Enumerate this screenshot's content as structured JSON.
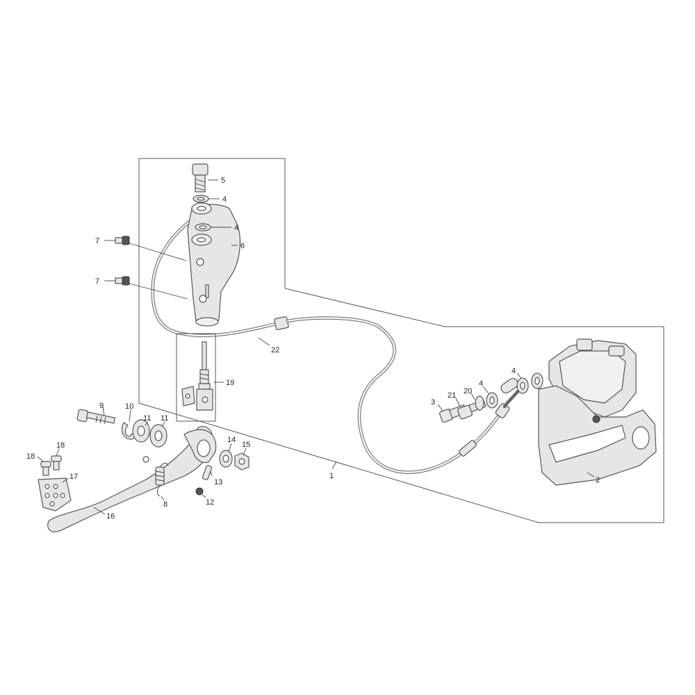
{
  "callouts": {
    "c1": "1",
    "c2": "2",
    "c3": "3",
    "c4a": "4",
    "c4b": "4",
    "c4c": "4",
    "c4d": "4",
    "c5": "5",
    "c6": "6",
    "c7a": "7",
    "c7b": "7",
    "c8": "8",
    "c9": "9",
    "c10": "10",
    "c11a": "11",
    "c11b": "11",
    "c12": "12",
    "c13": "13",
    "c14": "14",
    "c15": "15",
    "c16": "16",
    "c17": "17",
    "c18a": "18",
    "c18b": "18",
    "c19": "19",
    "c20": "20",
    "c21": "21",
    "c22": "22"
  }
}
